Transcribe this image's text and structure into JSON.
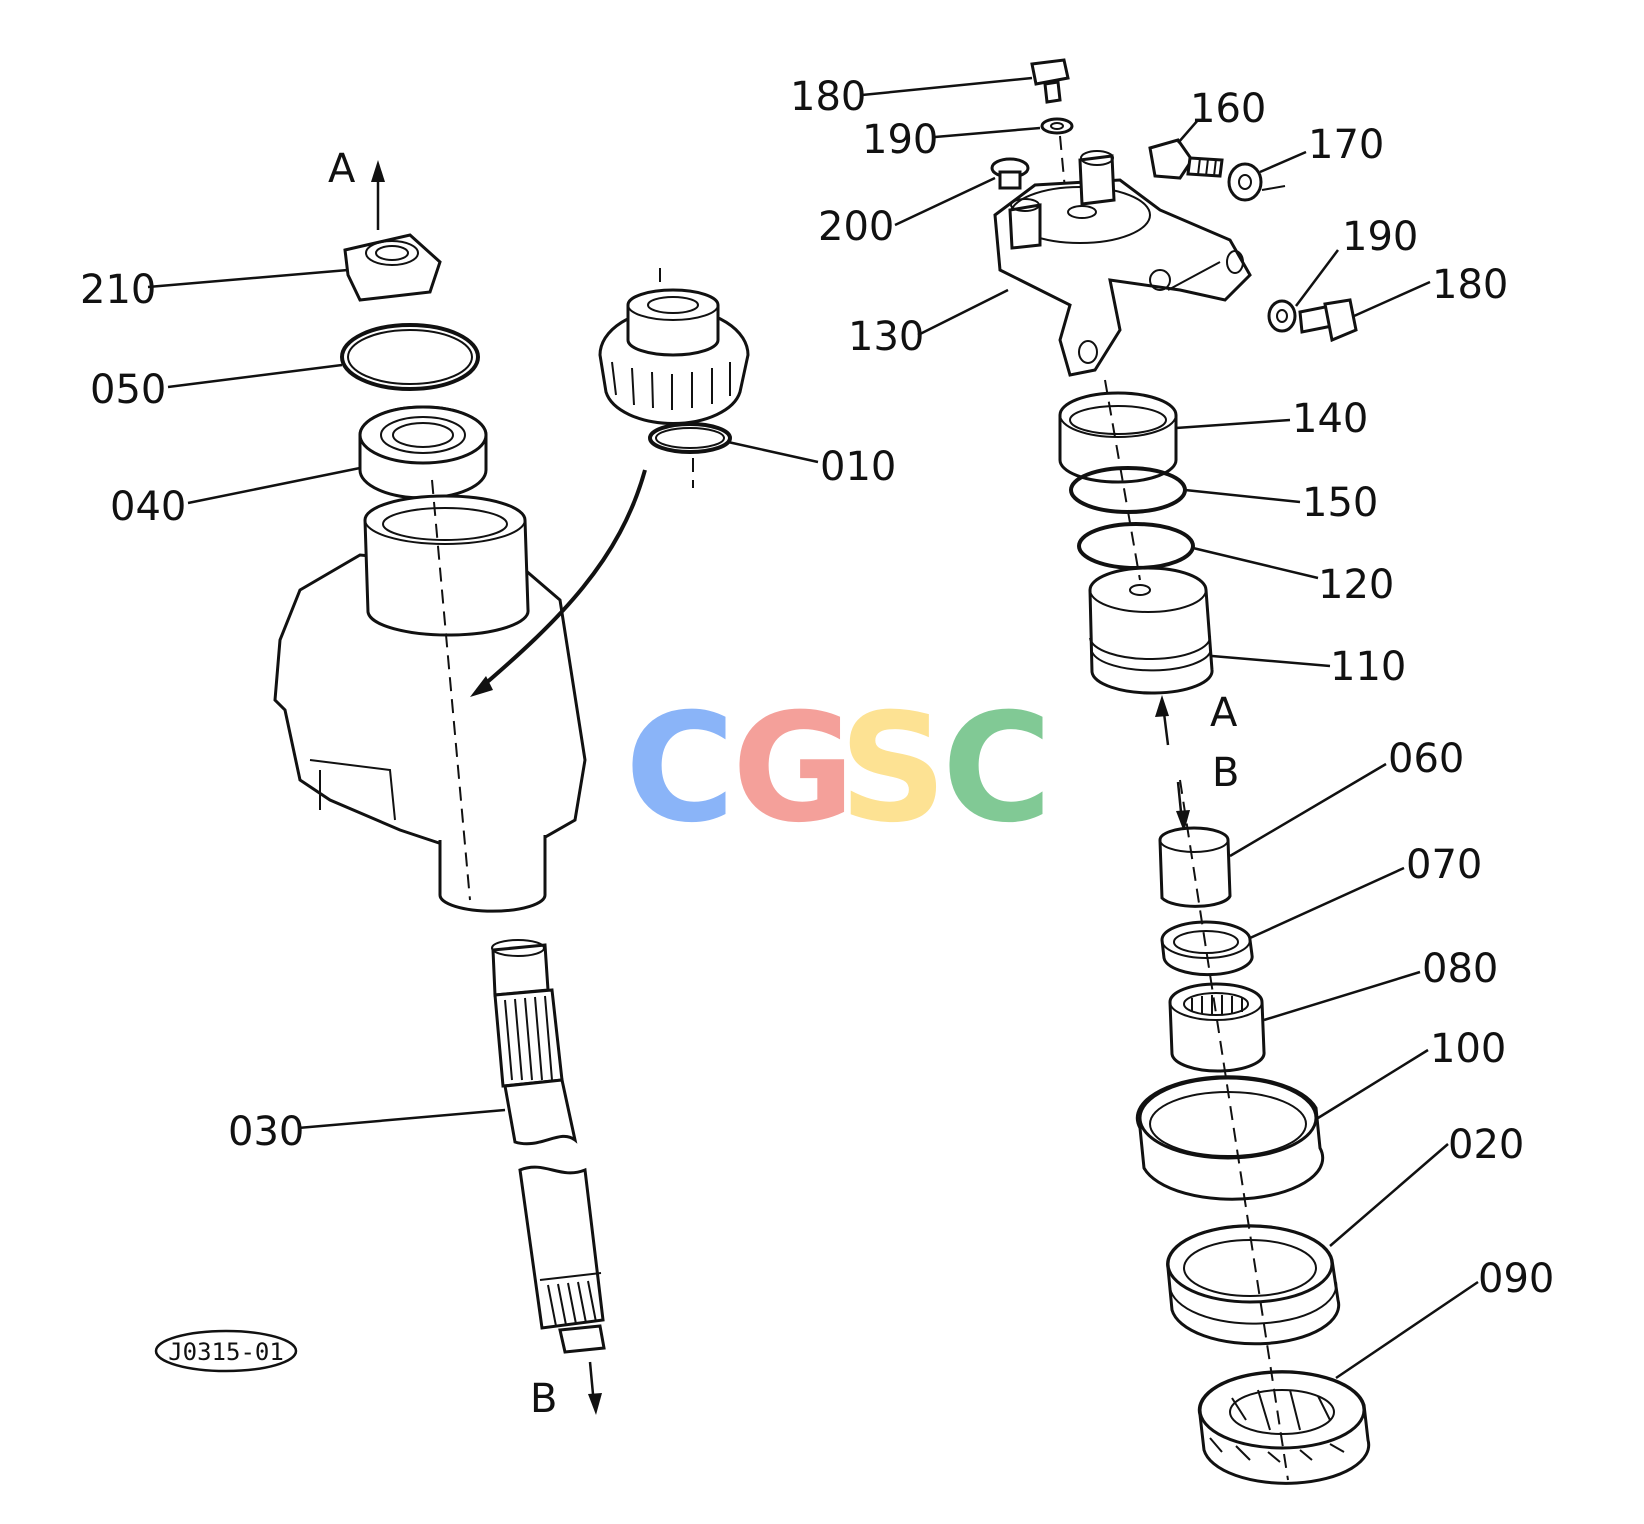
{
  "part_labels": {
    "p180_top": "180",
    "p190_top": "190",
    "p160": "160",
    "p170": "170",
    "p200": "200",
    "p190_right": "190",
    "p180_right": "180",
    "p130": "130",
    "p140": "140",
    "p150": "150",
    "p120": "120",
    "p110": "110",
    "p060": "060",
    "p070": "070",
    "p080": "080",
    "p100": "100",
    "p020": "020",
    "p090": "090",
    "p210": "210",
    "p050": "050",
    "p040": "040",
    "p010": "010",
    "p030": "030"
  },
  "marks": {
    "a_left": "A",
    "a_right": "A",
    "b_right": "B",
    "b_left": "B"
  },
  "drawing_code": "J0315-01",
  "watermark": {
    "letters": [
      "C",
      "G",
      "S",
      "C"
    ],
    "colors": [
      "#8ab4f8",
      "#f4a09a",
      "#fde293",
      "#81c995"
    ]
  }
}
